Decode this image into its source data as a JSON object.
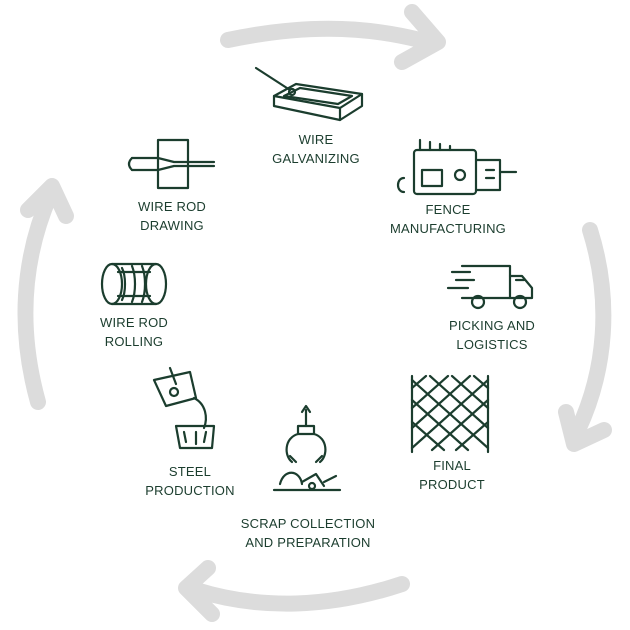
{
  "colors": {
    "icon": "#1b3d2e",
    "arrow": "#dcdcdc",
    "background": "#ffffff"
  },
  "stages": [
    {
      "icon": "galvanizing-tank-icon",
      "lines": [
        "WIRE",
        "GALVANIZING"
      ]
    },
    {
      "icon": "fence-machine-icon",
      "lines": [
        "FENCE",
        "MANUFACTURING"
      ]
    },
    {
      "icon": "delivery-truck-icon",
      "lines": [
        "PICKING AND",
        "LOGISTICS"
      ]
    },
    {
      "icon": "chain-link-mesh-icon",
      "lines": [
        "FINAL",
        "PRODUCT"
      ]
    },
    {
      "icon": "scrap-grapple-icon",
      "lines": [
        "SCRAP COLLECTION",
        "AND PREPARATION"
      ]
    },
    {
      "icon": "steel-ladle-icon",
      "lines": [
        "STEEL",
        "PRODUCTION"
      ]
    },
    {
      "icon": "wire-coil-icon",
      "lines": [
        "WIRE ROD",
        "ROLLING"
      ]
    },
    {
      "icon": "wire-drawing-die-icon",
      "lines": [
        "WIRE ROD",
        "DRAWING"
      ]
    }
  ]
}
